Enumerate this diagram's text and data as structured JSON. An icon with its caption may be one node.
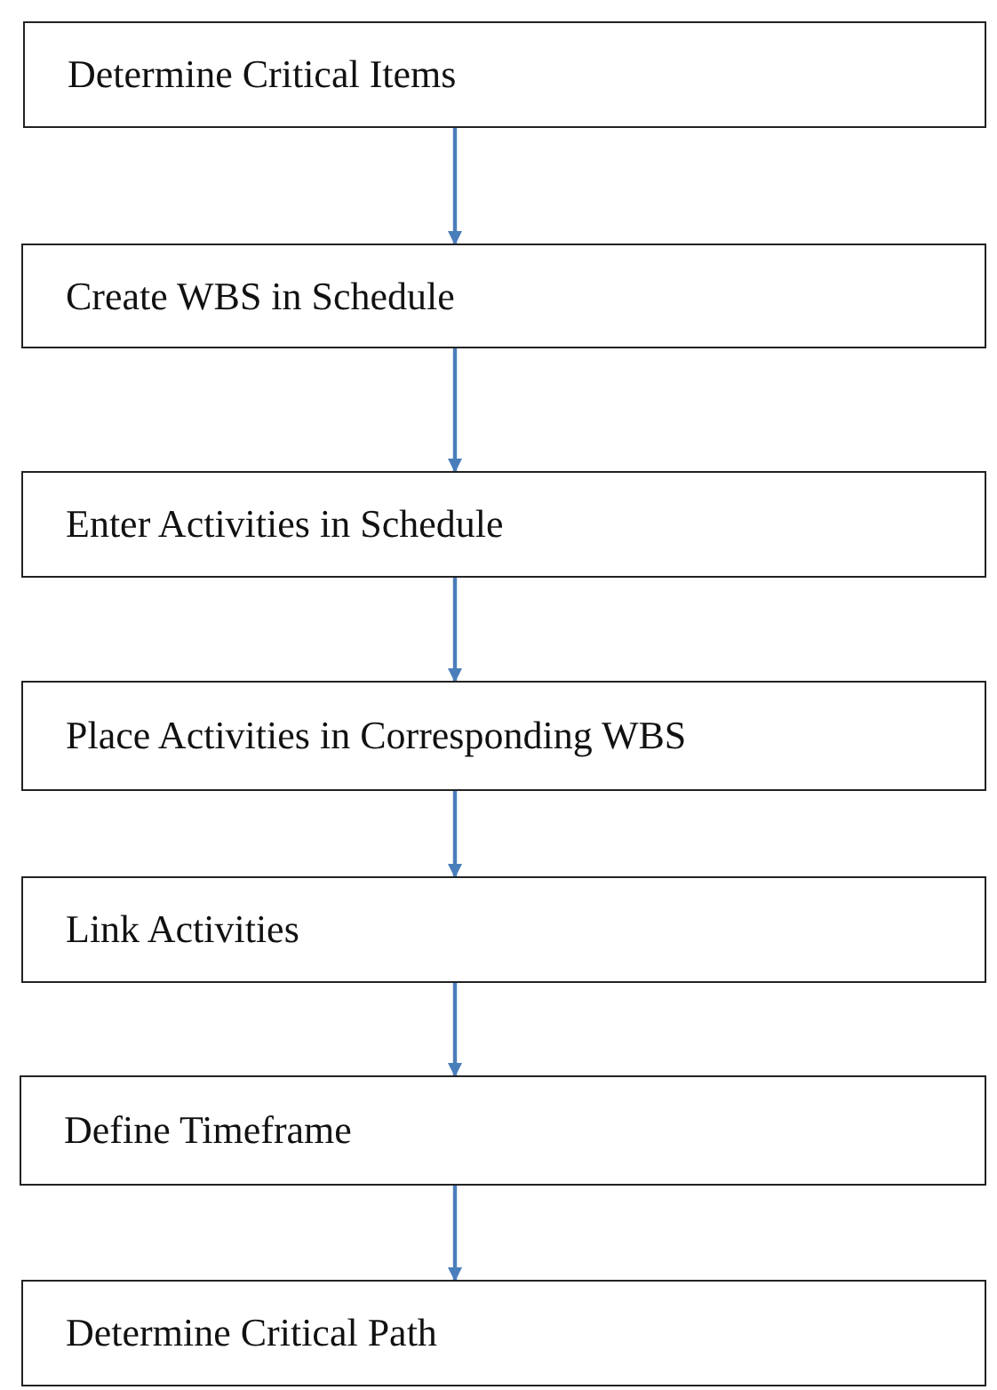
{
  "diagram": {
    "nodes": [
      {
        "text": [
          "Determine Critical Items"
        ]
      },
      {
        "text": [
          "Create WBS in Schedule"
        ]
      },
      {
        "text": [
          "Enter Activities in Schedule"
        ]
      },
      {
        "text": [
          "Place Activities in Corresponding WBS"
        ]
      },
      {
        "text": [
          "Link Activities"
        ]
      },
      {
        "text": [
          "Define Timeframe"
        ]
      },
      {
        "text": [
          "Determine Critical Path"
        ]
      }
    ],
    "edges": [
      {
        "from": 0,
        "to": 1,
        "arrow": "to"
      },
      {
        "from": 1,
        "to": 2,
        "arrow": "to"
      },
      {
        "from": 2,
        "to": 3,
        "arrow": "to"
      },
      {
        "from": 3,
        "to": 4,
        "arrow": "to"
      },
      {
        "from": 4,
        "to": 5,
        "arrow": "to"
      },
      {
        "from": 5,
        "to": 6,
        "arrow": "to"
      }
    ]
  }
}
